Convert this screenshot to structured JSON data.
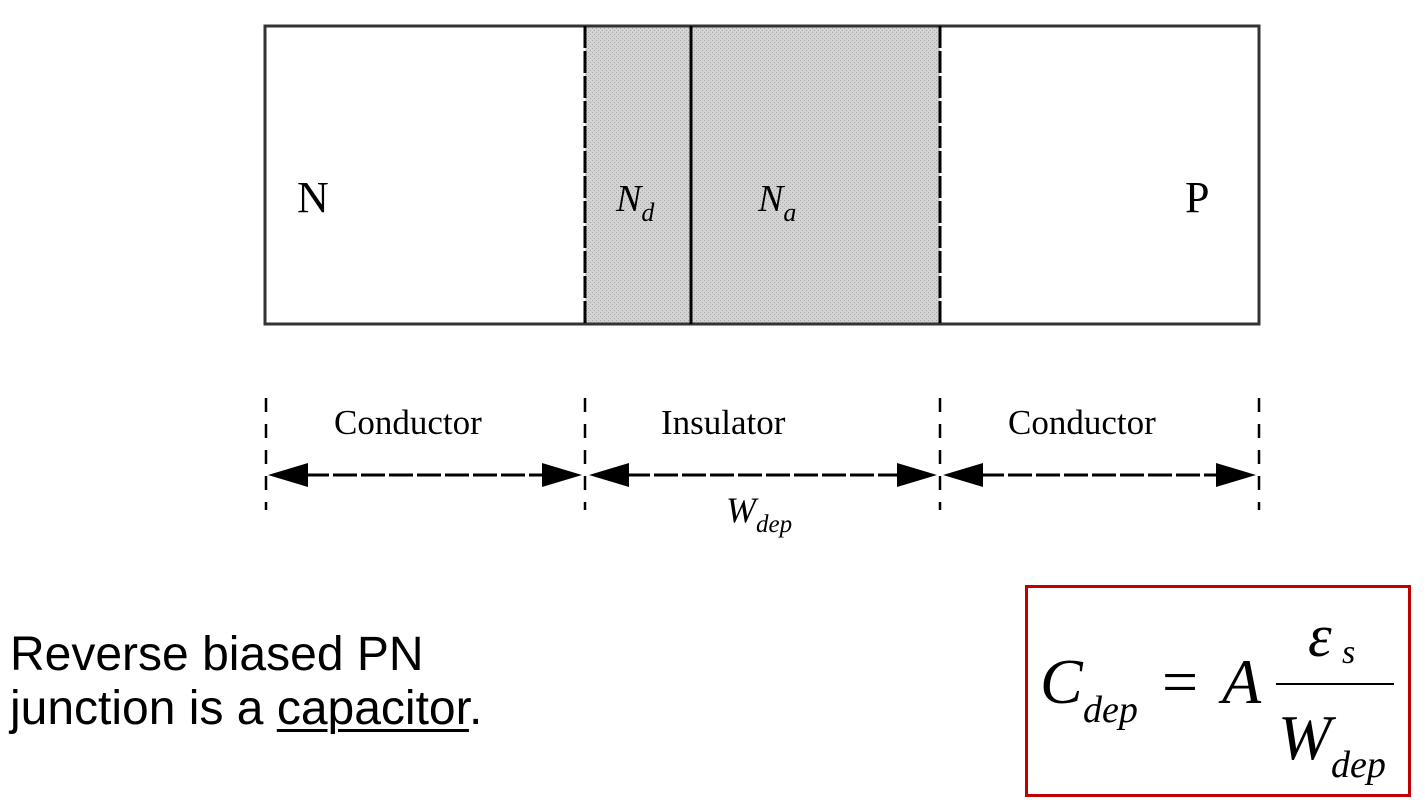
{
  "regions": {
    "n_label": "N",
    "p_label": "P",
    "nd_main": "N",
    "nd_sub": "d",
    "na_main": "N",
    "na_sub": "a"
  },
  "dimensions": {
    "left": "Conductor",
    "middle": "Insulator",
    "right": "Conductor",
    "wdep_main": "W",
    "wdep_sub": "dep"
  },
  "caption": {
    "line1": "Reverse biased PN",
    "line2_prefix": "junction is a ",
    "line2_underlined": "capacitor",
    "line2_suffix": "."
  },
  "formula": {
    "c_main": "C",
    "c_sub": "dep",
    "equals": "=",
    "a": "A",
    "eps_main": "ε",
    "eps_sub": "s",
    "w_main": "W",
    "w_sub": "dep"
  },
  "colors": {
    "depletion_fill": "#d0d0d0",
    "formula_border": "#c00000"
  }
}
